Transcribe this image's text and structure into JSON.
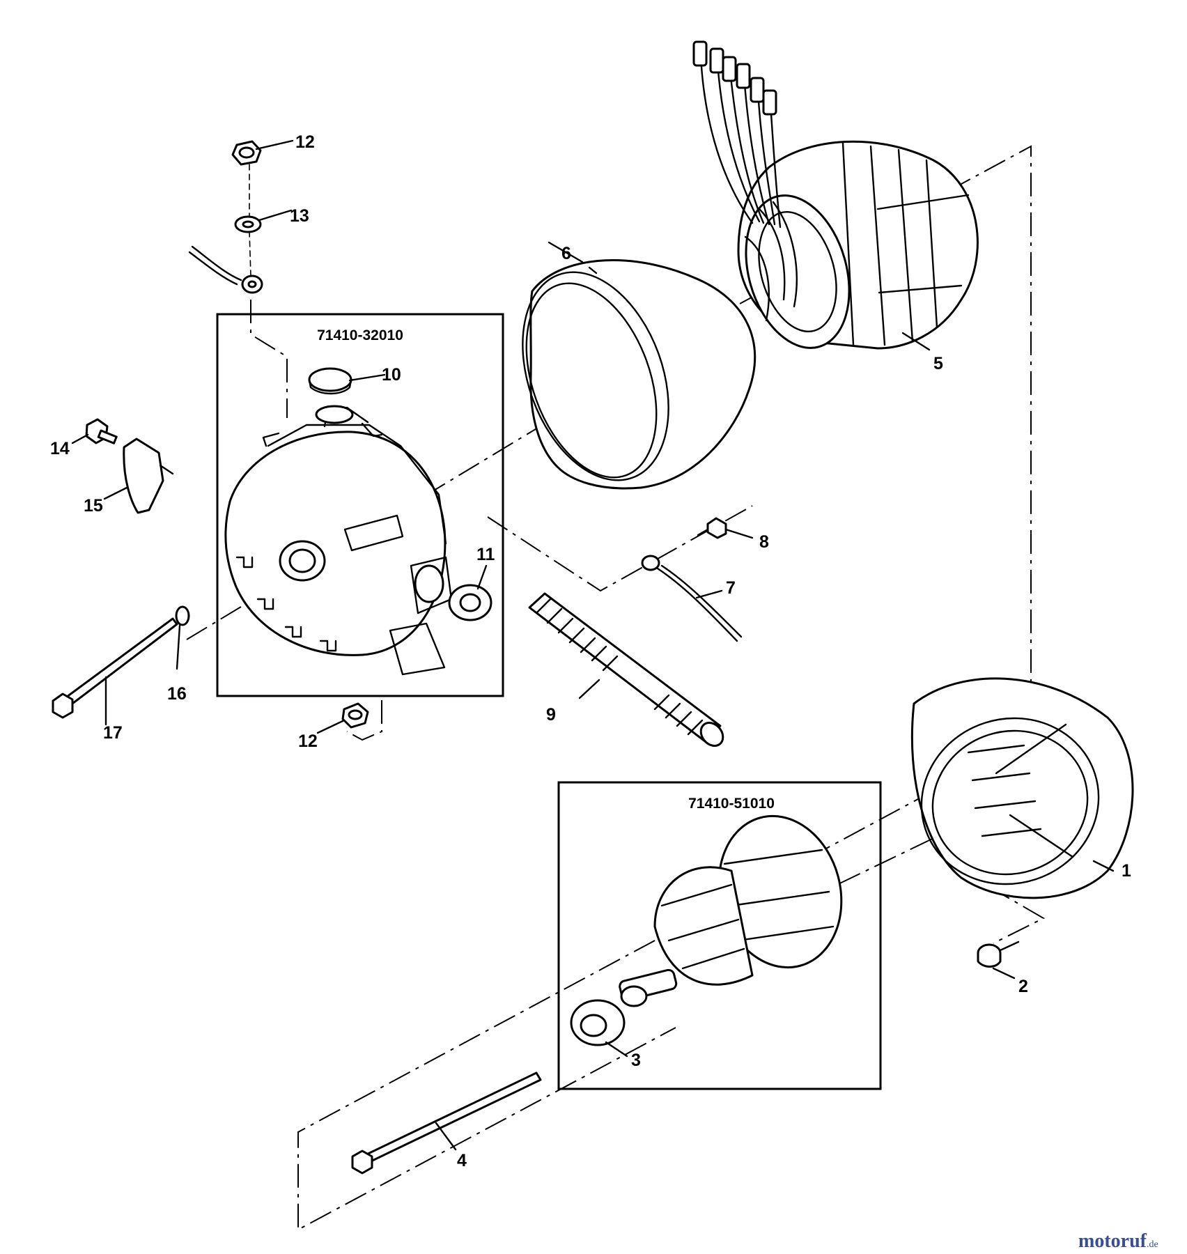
{
  "assemblies": [
    {
      "code": "71410-32010"
    },
    {
      "code": "71410-51010"
    }
  ],
  "callouts": [
    "1",
    "2",
    "3",
    "4",
    "5",
    "6",
    "7",
    "8",
    "9",
    "10",
    "11",
    "12",
    "13",
    "14",
    "15",
    "16",
    "17",
    "12"
  ],
  "watermark": {
    "text": "motoruf",
    "suffix": ".de",
    "color_main": "#3a4f8f",
    "color_accent": "#d04a2a"
  }
}
